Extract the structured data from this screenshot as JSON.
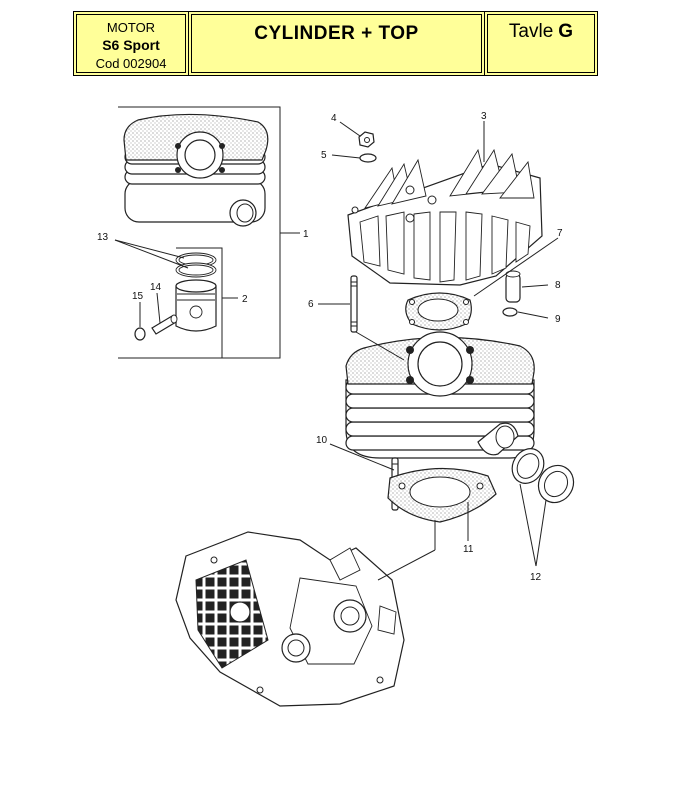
{
  "header": {
    "motor_label": "MOTOR",
    "model": "S6 Sport",
    "code": "Cod 002904",
    "title": "CYLINDER + TOP",
    "plate_word": "Tavle",
    "plate_letter": "G"
  },
  "callouts": {
    "c1": "1",
    "c2": "2",
    "c3": "3",
    "c4": "4",
    "c5": "5",
    "c6": "6",
    "c7": "7",
    "c8": "8",
    "c9": "9",
    "c10": "10",
    "c11": "11",
    "c12": "12",
    "c13": "13",
    "c14": "14",
    "c15": "15"
  },
  "colors": {
    "header_bg": "#ffff99",
    "line": "#222222"
  }
}
